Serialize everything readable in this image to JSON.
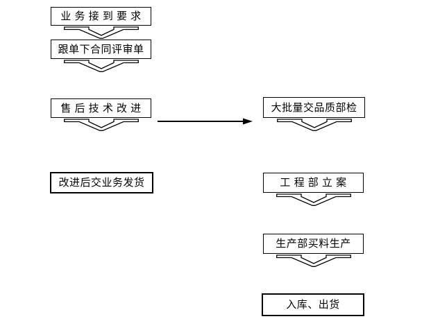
{
  "diagram": {
    "type": "flowchart",
    "background_color": "#ffffff",
    "stroke_color": "#000000",
    "node_fill_color": "#ffffff",
    "nodes": {
      "business_request": {
        "label": "业 务 接 到 要 求",
        "border": "thin"
      },
      "contract_review": {
        "label": "跟单下合同评审单",
        "border": "thin"
      },
      "aftersales_improvement": {
        "label": "售 后 技 术 改 进",
        "border": "thin"
      },
      "improved_delivery": {
        "label": "改进后交业务发货",
        "border": "thick"
      },
      "quality_inspection": {
        "label": "大批量交品质部检",
        "border": "thin"
      },
      "engineering_filing": {
        "label": "工 程 部 立 案",
        "border": "thin"
      },
      "production_purchase": {
        "label": "生产部买料生产",
        "border": "thin"
      },
      "warehouse_shipment": {
        "label": "入库、出货",
        "border": "thick"
      }
    },
    "connections": [
      {
        "from": "business_request",
        "to": "contract_review",
        "style": "block-down-arrow"
      },
      {
        "from": "contract_review",
        "to": "aftersales_improvement",
        "style": "block-down-arrow"
      },
      {
        "from": "aftersales_improvement",
        "to": "improved_delivery",
        "style": "block-down-arrow"
      },
      {
        "from": "aftersales_improvement",
        "to": "quality_inspection",
        "style": "straight-right-arrow"
      },
      {
        "from": "quality_inspection",
        "to": "engineering_filing",
        "style": "block-down-arrow"
      },
      {
        "from": "engineering_filing",
        "to": "production_purchase",
        "style": "block-down-arrow"
      },
      {
        "from": "production_purchase",
        "to": "warehouse_shipment",
        "style": "block-down-arrow"
      }
    ]
  }
}
